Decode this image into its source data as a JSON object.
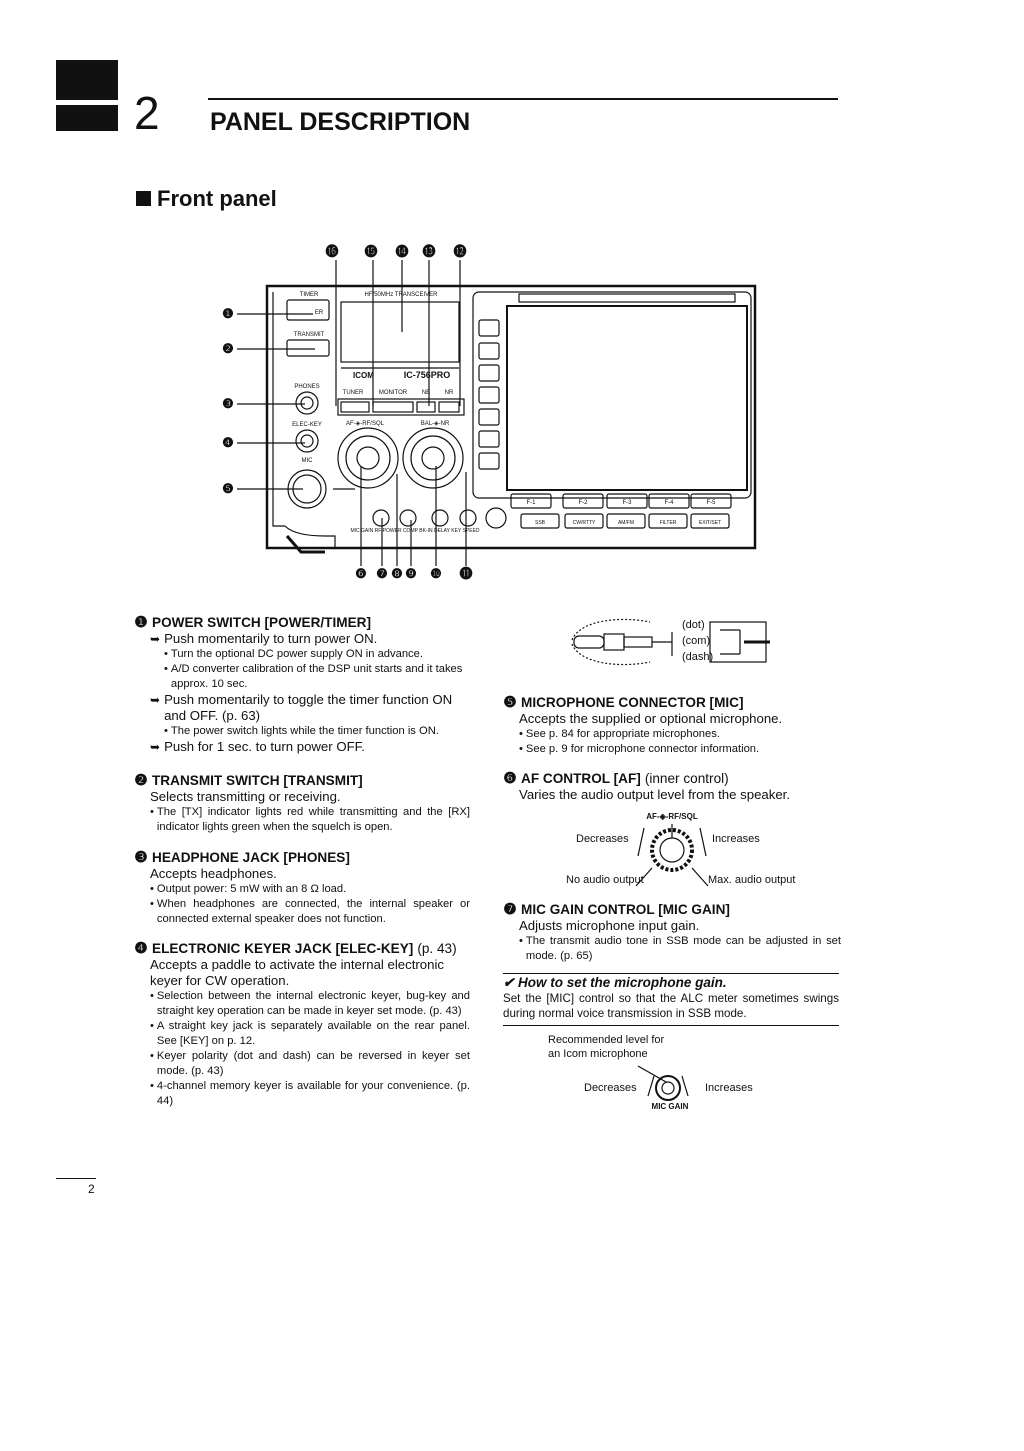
{
  "chapter": {
    "number": "2",
    "title": "PANEL DESCRIPTION"
  },
  "section": {
    "title": "Front panel"
  },
  "figure": {
    "callouts_top": [
      "⓰",
      "⓯",
      "⓮",
      "⓭",
      "⓬"
    ],
    "callouts_left": [
      "❶",
      "❷",
      "❸",
      "❹",
      "❺"
    ],
    "callouts_bottom": [
      "❻",
      "❼",
      "❽",
      "❾",
      "❿",
      "⓫"
    ],
    "panel_labels": {
      "timer": "TIMER",
      "power": "ER",
      "transmit": "TRANSMIT",
      "phones": "PHONES",
      "elec_key": "ELEC-KEY",
      "mic": "MIC",
      "model_banner": "HF/50MHz TRANSCEIVER",
      "brand": "ICOM",
      "model": "IC-756PRO",
      "tuner": "TUNER",
      "monitor": "MONITOR",
      "nb": "NB",
      "nr": "NR",
      "af_rf": "AF-◈-RF/SQL",
      "bal_nr": "BAL-◈-NR",
      "f_keys": [
        "F-1",
        "F-2",
        "F-3",
        "F-4",
        "F-5"
      ],
      "mode_keys": [
        "SSB",
        "CW/RTTY",
        "AM/FM",
        "FILTER",
        "EXIT/SET"
      ],
      "bottom_knobs": "MIC GAIN  RF POWER  COMP  BK-IN  DELAY  KEY SPEED"
    }
  },
  "items_left": [
    {
      "num": "❶",
      "title": "POWER SWITCH [POWER/TIMER]",
      "suffix": "",
      "lines": [
        {
          "type": "arrow",
          "text": "Push momentarily to turn power ON."
        },
        {
          "type": "sub",
          "text": "Turn the optional DC power supply ON in advance."
        },
        {
          "type": "sub",
          "text": "A/D converter calibration of the DSP unit starts and it takes approx. 10 sec."
        },
        {
          "type": "arrow",
          "text": "Push momentarily to toggle the timer function ON and OFF. (p. 63)"
        },
        {
          "type": "sub",
          "text": "The power switch lights while the timer function is ON."
        },
        {
          "type": "arrow",
          "text": "Push for 1 sec. to turn power OFF."
        }
      ]
    },
    {
      "num": "❷",
      "title": "TRANSMIT SWITCH [TRANSMIT]",
      "suffix": "",
      "lines": [
        {
          "type": "text",
          "text": "Selects transmitting or receiving."
        },
        {
          "type": "bullet",
          "text": "The [TX] indicator lights red while transmitting and the [RX] indicator lights green when the squelch is open."
        }
      ]
    },
    {
      "num": "❸",
      "title": "HEADPHONE JACK [PHONES]",
      "suffix": "",
      "lines": [
        {
          "type": "text",
          "text": "Accepts headphones."
        },
        {
          "type": "bullet",
          "text": "Output power: 5 mW with an 8 Ω load."
        },
        {
          "type": "bullet",
          "text": "When headphones are connected, the internal speaker or connected external speaker does not function."
        }
      ]
    },
    {
      "num": "❹",
      "title": "ELECTRONIC KEYER JACK [ELEC-KEY]",
      "suffix": "(p. 43)",
      "lines": [
        {
          "type": "text",
          "text": "Accepts a paddle to activate the internal electronic keyer for CW operation."
        },
        {
          "type": "bullet",
          "text": "Selection between the internal electronic keyer, bug-key and straight key operation can be made in keyer set mode. (p. 43)"
        },
        {
          "type": "bullet",
          "text": "A straight key jack is separately available on the rear panel. See [KEY] on p. 12."
        },
        {
          "type": "bullet",
          "text": "Keyer polarity (dot and dash) can be reversed in keyer set mode. (p. 43)"
        },
        {
          "type": "bullet",
          "text": "4-channel memory keyer is available for your convenience. (p. 44)"
        }
      ]
    }
  ],
  "plug_labels": [
    "(dot)",
    "(com)",
    "(dash)"
  ],
  "items_right": [
    {
      "num": "❺",
      "title": "MICROPHONE CONNECTOR [MIC]",
      "suffix": "",
      "lines": [
        {
          "type": "text",
          "text": "Accepts the supplied or optional microphone."
        },
        {
          "type": "bullet",
          "text": "See p. 84 for appropriate microphones."
        },
        {
          "type": "bullet",
          "text": "See p. 9 for microphone connector information."
        }
      ]
    },
    {
      "num": "❻",
      "title": "AF CONTROL [AF]",
      "suffix": "(inner control)",
      "lines": [
        {
          "type": "text",
          "text": "Varies the audio output level from the speaker."
        }
      ]
    },
    {
      "num": "❼",
      "title": "MIC GAIN CONTROL [MIC GAIN]",
      "suffix": "",
      "lines": [
        {
          "type": "text",
          "text": "Adjusts microphone input gain."
        },
        {
          "type": "bullet",
          "text": "The transmit audio tone in SSB mode can be adjusted in set mode. (p. 65)"
        }
      ]
    }
  ],
  "af_figure": {
    "knob_label": "AF-◈-RF/SQL",
    "decreases": "Decreases",
    "increases": "Increases",
    "min": "No audio output",
    "max": "Max. audio output"
  },
  "tip": {
    "title": "✔ How to set the microphone gain.",
    "text": "Set the [MIC] control so that the ALC meter sometimes swings during normal voice transmission in SSB mode."
  },
  "micgain_figure": {
    "recommended": "Recommended level for an Icom microphone",
    "decreases": "Decreases",
    "increases": "Increases",
    "knob_label": "MIC GAIN"
  },
  "page_number": "2"
}
